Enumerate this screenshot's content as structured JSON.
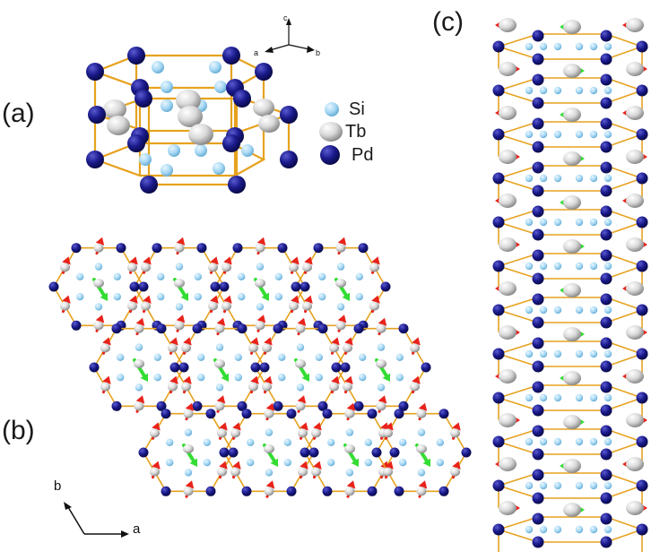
{
  "panels": {
    "a": "(a)",
    "b": "(b)",
    "c": "(c)"
  },
  "legend": [
    {
      "label": "Si",
      "color": "#a6d8f4"
    },
    {
      "label": "Tb",
      "color": "#d9d9d9"
    },
    {
      "label": "Pd",
      "color": "#1a1a8c"
    }
  ],
  "axes_a": {
    "c": "c",
    "a": "a",
    "b": "b"
  },
  "axes_b": {
    "b": "b",
    "a": "a"
  },
  "colors": {
    "bond": "#e6a21e",
    "pd": "#1a1a8c",
    "si": "#a6d8f4",
    "tb": "#d9d9d9",
    "moment_red": "#e8231a",
    "moment_green": "#33dd33"
  }
}
